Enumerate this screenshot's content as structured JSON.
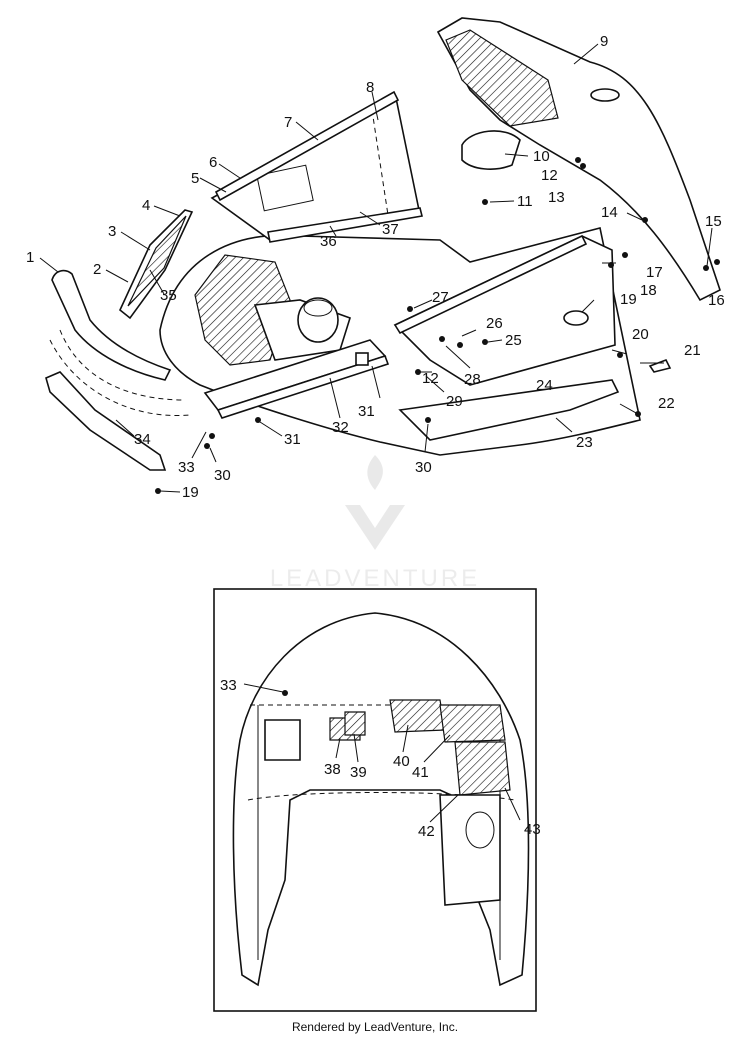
{
  "diagram": {
    "callouts": {
      "c1": "1",
      "c2": "2",
      "c3": "3",
      "c4": "4",
      "c5": "5",
      "c6": "6",
      "c7": "7",
      "c8": "8",
      "c9": "9",
      "c10": "10",
      "c11": "11",
      "c12a": "12",
      "c13": "13",
      "c14": "14",
      "c15": "15",
      "c16": "16",
      "c17": "17",
      "c18": "18",
      "c19a": "19",
      "c20": "20",
      "c21": "21",
      "c22": "22",
      "c23": "23",
      "c24": "24",
      "c25": "25",
      "c26": "26",
      "c27": "27",
      "c28": "28",
      "c29": "29",
      "c12b": "12",
      "c30a": "30",
      "c30b": "30",
      "c31a": "31",
      "c31b": "31",
      "c32": "32",
      "c33a": "33",
      "c34": "34",
      "c35": "35",
      "c36": "36",
      "c37": "37",
      "c19b": "19",
      "c33b": "33",
      "c38": "38",
      "c39": "39",
      "c40": "40",
      "c41": "41",
      "c42": "42",
      "c43": "43"
    },
    "watermark": "LEADVENTURE"
  },
  "footer": {
    "text": "Rendered by LeadVenture, Inc."
  }
}
